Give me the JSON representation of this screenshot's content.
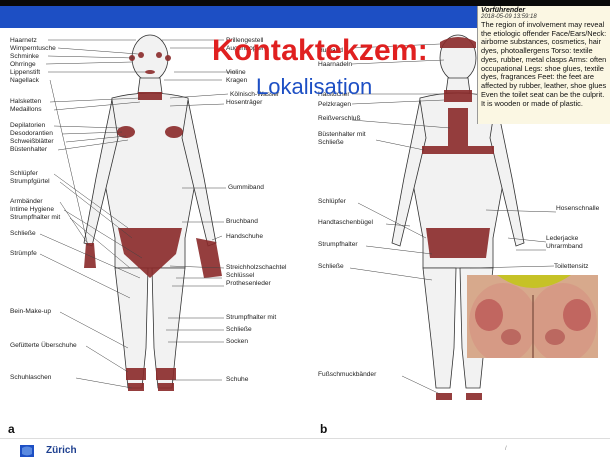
{
  "title": "Kontaktekzem:",
  "subtitle": "Lokalisation",
  "comment": {
    "author": "Vorführender",
    "date": "2018-05-09 13:59:18",
    "body": "The region of involvement may reveal the etiologic offender Face/Ears/Neck: airborne substances, cosmetics, hair dyes, photoallergens Torso: textile dyes, rubber, metal clasps Arms: often occupational Legs: shoe glues, textile dyes, fragrances Feet: the feet are affected by rubber, leather, shoe glues Even the toilet seat can be the culprit. It is wooden or made of plastic."
  },
  "figure_front": {
    "letter": "a",
    "left_labels": [
      "Haarnetz",
      "Wimperntusche",
      "Schminke",
      "Ohrringe",
      "Lippenstift",
      "Nagellack",
      "Halsketten",
      "Medaillons",
      "Depilatorien",
      "Desodorantien",
      "Schweißblätter",
      "Büstenhalter",
      "Schlüpfer",
      "Strumpfgürtel",
      "Armbänder",
      "Intime Hygiene",
      "Strumpfhalter mit",
      "Schließe",
      "Strümpfe",
      "Bein-Make-up",
      "Gefütterte Überschuhe",
      "Schuhlaschen"
    ],
    "right_labels": [
      "Brillengestell",
      "Augentropfen",
      "Violine",
      "Kragen",
      "Kölnisch-Wasser",
      "Hosenträger",
      "Gummiband",
      "Bruchband",
      "Handschuhe",
      "Streichholzschachtel",
      "Schlüssel",
      "Prothesenleder",
      "Strumpfhalter mit",
      "Schließe",
      "Socken",
      "Schuhe"
    ]
  },
  "figure_back": {
    "letter": "b",
    "left_labels": [
      "Hutband",
      "Haarnadeln",
      "Halstücher",
      "Pelzkragen",
      "Reißverschluß",
      "Büstenhalter mit",
      "Schließe",
      "Schlüpfer",
      "Handtaschenbügel",
      "Strumpfhalter",
      "Schließe",
      "Fußschmuckbänder"
    ],
    "right_labels": [
      "Hosenschnalle",
      "Lederjacke",
      "Uhrarmband",
      "Toilettensitz"
    ]
  },
  "footer": {
    "brand": "Zürich",
    "page": "/"
  },
  "colors": {
    "accent_red": "#e02020",
    "accent_blue": "#1d4fc4",
    "affected": "#8a2a2a"
  }
}
